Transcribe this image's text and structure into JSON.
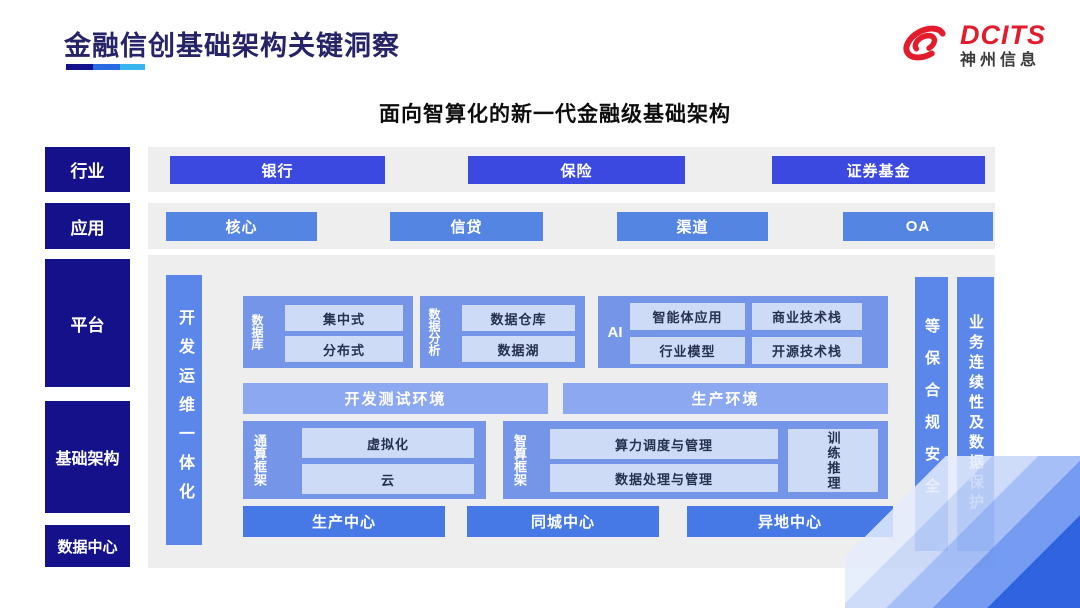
{
  "header": {
    "title": "金融信创基础架构关键洞察",
    "subtitle": "面向智算化的新一代金融级基础架构",
    "logo": {
      "brand": "DCITS",
      "company": "神州信息"
    }
  },
  "industry": {
    "label": "行业",
    "items": [
      "银行",
      "保险",
      "证券基金"
    ]
  },
  "application": {
    "label": "应用",
    "items": [
      "核心",
      "信贷",
      "渠道",
      "OA"
    ]
  },
  "left_labels": {
    "platform": "平台",
    "infrastructure": "基础架构",
    "datacenter": "数据中心"
  },
  "platform": {
    "devops_bar": "开发运维一体化",
    "database": {
      "label": "数据库",
      "items": [
        "集中式",
        "分布式"
      ]
    },
    "analytics": {
      "label": "数据分析",
      "items": [
        "数据仓库",
        "数据湖"
      ]
    },
    "ai": {
      "label": "AI",
      "items": [
        "智能体应用",
        "商业技术栈",
        "行业模型",
        "开源技术栈"
      ]
    },
    "env_dev": "开发测试环境",
    "env_prod": "生产环境",
    "general_framework": {
      "label": "通算框架",
      "items": [
        "虚拟化",
        "云"
      ]
    },
    "ai_framework": {
      "label": "智算框架",
      "items": [
        "算力调度与管理",
        "数据处理与管理"
      ],
      "side": "训练推理"
    },
    "centers": [
      "生产中心",
      "同城中心",
      "异地中心"
    ],
    "security_bar": "等保合规安全",
    "continuity_bar": "业务连续性及数据保护"
  },
  "colors": {
    "navy_label": "#14118a",
    "title_navy": "#262366",
    "indigo_button": "#3b49e1",
    "app_button": "#5585e2",
    "center_button": "#4679e6",
    "env_bar": "#8ca8f0",
    "block_blue": "#7596e8",
    "inner_box": "#cddbf7",
    "vertical_bar": "#5c87ea",
    "band_gray": "#eeeeef",
    "logo_red": "#e31c2d"
  }
}
